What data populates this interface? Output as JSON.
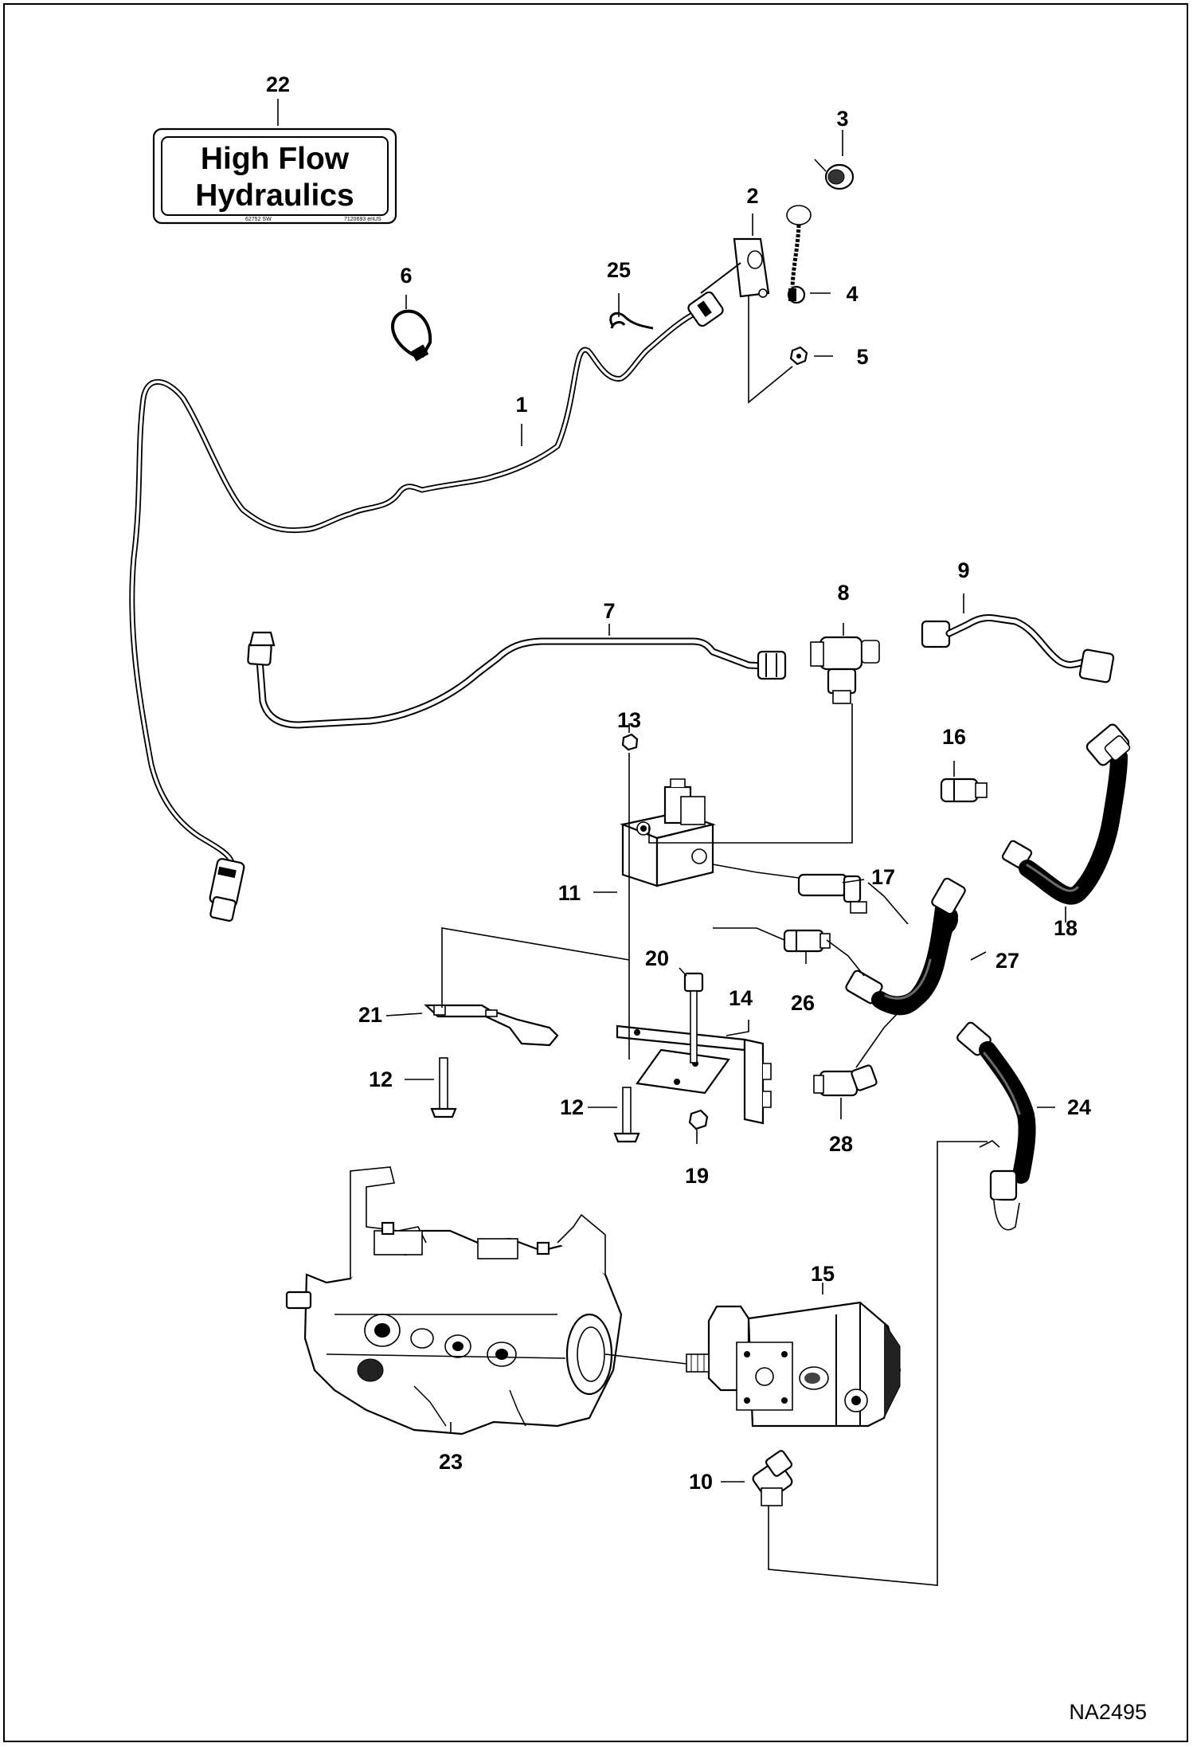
{
  "decal": {
    "line1": "High Flow",
    "line2": "Hydraulics",
    "code_left": "62752 SW",
    "code_right": "7120693 enUS"
  },
  "callouts": {
    "c1": "1",
    "c2": "2",
    "c3": "3",
    "c4": "4",
    "c5": "5",
    "c6": "6",
    "c7": "7",
    "c8": "8",
    "c9": "9",
    "c10": "10",
    "c11": "11",
    "c12a": "12",
    "c12b": "12",
    "c13": "13",
    "c14": "14",
    "c15": "15",
    "c16": "16",
    "c17": "17",
    "c18": "18",
    "c19": "19",
    "c20": "20",
    "c21": "21",
    "c22": "22",
    "c23": "23",
    "c24": "24",
    "c25": "25",
    "c26": "26",
    "c27": "27",
    "c28": "28"
  },
  "figure_code": "NA2495"
}
